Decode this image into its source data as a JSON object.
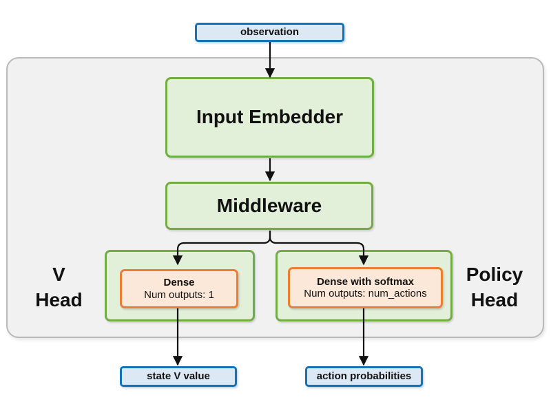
{
  "diagram": {
    "nodes": {
      "observation": {
        "label": "observation"
      },
      "input_embedder": {
        "label": "Input Embedder"
      },
      "middleware": {
        "label": "Middleware"
      },
      "v_dense": {
        "title": "Dense",
        "subtitle": "Num outputs: 1"
      },
      "policy_dense": {
        "title": "Dense with softmax",
        "subtitle": "Num outputs: num_actions"
      },
      "state_v_value": {
        "label": "state V value"
      },
      "action_probabilities": {
        "label": "action probabilities"
      }
    },
    "group_labels": {
      "v_head": {
        "line1": "V",
        "line2": "Head"
      },
      "policy_head": {
        "line1": "Policy",
        "line2": "Head"
      }
    }
  },
  "colors": {
    "blue_border": "#1273bb",
    "blue_fill": "#dce9f5",
    "green_border": "#70ad47",
    "green_fill": "#e2efd9",
    "orange_border": "#ed7d31",
    "orange_fill": "#fbe8d8",
    "panel_fill": "#f1f1f1",
    "panel_border": "#b9b9b9",
    "arrow": "#111111"
  }
}
